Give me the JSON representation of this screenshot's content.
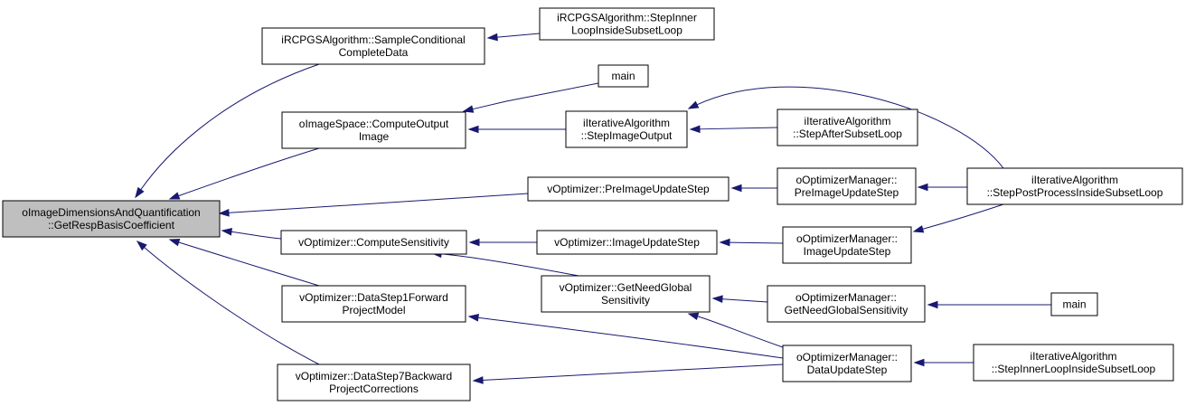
{
  "diagram": {
    "nodes": [
      {
        "id": "root",
        "lines": [
          "oImageDimensionsAndQuantification",
          "::GetRespBasisCoefficient"
        ]
      },
      {
        "id": "sampleCond",
        "lines": [
          "iRCPGSAlgorithm::SampleConditional",
          "CompleteData"
        ]
      },
      {
        "id": "stepInnerRC",
        "lines": [
          "iRCPGSAlgorithm::StepInner",
          "LoopInsideSubsetLoop"
        ]
      },
      {
        "id": "main1",
        "lines": [
          "main"
        ]
      },
      {
        "id": "computeOutput",
        "lines": [
          "oImageSpace::ComputeOutput",
          "Image"
        ]
      },
      {
        "id": "stepImageOutput",
        "lines": [
          "iIterativeAlgorithm",
          "::StepImageOutput"
        ]
      },
      {
        "id": "stepAfterSubset",
        "lines": [
          "iIterativeAlgorithm",
          "::StepAfterSubsetLoop"
        ]
      },
      {
        "id": "preImageUpdate",
        "lines": [
          "vOptimizer::PreImageUpdateStep"
        ]
      },
      {
        "id": "mgrPreImage",
        "lines": [
          "oOptimizerManager::",
          "PreImageUpdateStep"
        ]
      },
      {
        "id": "stepPostProcess",
        "lines": [
          "iIterativeAlgorithm",
          "::StepPostProcessInsideSubsetLoop"
        ]
      },
      {
        "id": "computeSens",
        "lines": [
          "vOptimizer::ComputeSensitivity"
        ]
      },
      {
        "id": "imageUpdate",
        "lines": [
          "vOptimizer::ImageUpdateStep"
        ]
      },
      {
        "id": "mgrImageUpdate",
        "lines": [
          "oOptimizerManager::",
          "ImageUpdateStep"
        ]
      },
      {
        "id": "getNeedGlobal",
        "lines": [
          "vOptimizer::GetNeedGlobal",
          "Sensitivity"
        ]
      },
      {
        "id": "mgrGetNeedGlobal",
        "lines": [
          "oOptimizerManager::",
          "GetNeedGlobalSensitivity"
        ]
      },
      {
        "id": "main2",
        "lines": [
          "main"
        ]
      },
      {
        "id": "dataStep1",
        "lines": [
          "vOptimizer::DataStep1Forward",
          "ProjectModel"
        ]
      },
      {
        "id": "dataStep7",
        "lines": [
          "vOptimizer::DataStep7Backward",
          "ProjectCorrections"
        ]
      },
      {
        "id": "mgrDataUpdate",
        "lines": [
          "oOptimizerManager::",
          "DataUpdateStep"
        ]
      },
      {
        "id": "stepInnerIter",
        "lines": [
          "iIterativeAlgorithm",
          "::StepInnerLoopInsideSubsetLoop"
        ]
      }
    ],
    "edges": [
      {
        "from": "sampleCond",
        "to": "root"
      },
      {
        "from": "computeOutput",
        "to": "root"
      },
      {
        "from": "preImageUpdate",
        "to": "root"
      },
      {
        "from": "computeSens",
        "to": "root"
      },
      {
        "from": "dataStep1",
        "to": "root"
      },
      {
        "from": "dataStep7",
        "to": "root"
      },
      {
        "from": "stepInnerRC",
        "to": "sampleCond"
      },
      {
        "from": "main1",
        "to": "computeOutput"
      },
      {
        "from": "stepImageOutput",
        "to": "computeOutput"
      },
      {
        "from": "stepAfterSubset",
        "to": "stepImageOutput"
      },
      {
        "from": "stepPostProcess",
        "to": "stepImageOutput"
      },
      {
        "from": "mgrPreImage",
        "to": "preImageUpdate"
      },
      {
        "from": "stepPostProcess",
        "to": "mgrPreImage"
      },
      {
        "from": "imageUpdate",
        "to": "computeSens"
      },
      {
        "from": "getNeedGlobal",
        "to": "computeSens"
      },
      {
        "from": "mgrImageUpdate",
        "to": "imageUpdate"
      },
      {
        "from": "stepPostProcess",
        "to": "mgrImageUpdate"
      },
      {
        "from": "mgrGetNeedGlobal",
        "to": "getNeedGlobal"
      },
      {
        "from": "mgrDataUpdate",
        "to": "getNeedGlobal"
      },
      {
        "from": "main2",
        "to": "mgrGetNeedGlobal"
      },
      {
        "from": "mgrDataUpdate",
        "to": "dataStep1"
      },
      {
        "from": "mgrDataUpdate",
        "to": "dataStep7"
      },
      {
        "from": "stepInnerIter",
        "to": "mgrDataUpdate"
      }
    ]
  }
}
